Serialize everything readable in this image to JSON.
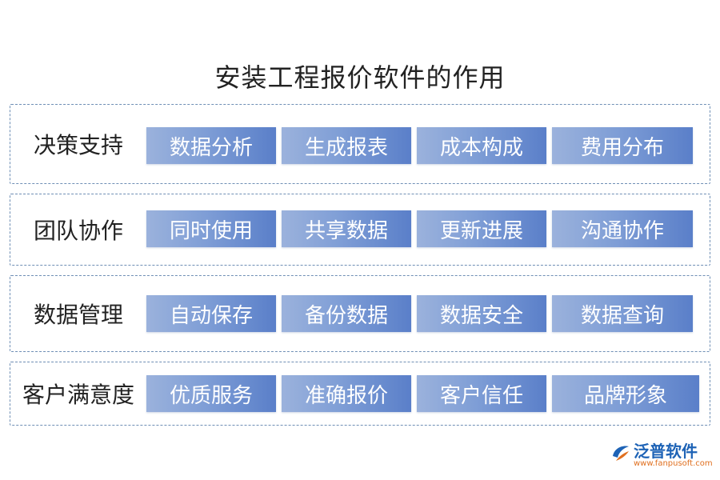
{
  "title": "安装工程报价软件的作用",
  "rows": [
    {
      "label": "决策支持",
      "items": [
        "数据分析",
        "生成报表",
        "成本构成",
        "费用分布"
      ]
    },
    {
      "label": "团队协作",
      "items": [
        "同时使用",
        "共享数据",
        "更新进展",
        "沟通协作"
      ]
    },
    {
      "label": "数据管理",
      "items": [
        "自动保存",
        "备份数据",
        "数据安全",
        "数据查询"
      ]
    },
    {
      "label": "客户满意度",
      "items": [
        "优质服务",
        "准确报价",
        "客户信任",
        "品牌形象"
      ]
    }
  ],
  "logo": {
    "name": "泛普软件",
    "url": "www.fanpusoft.com"
  },
  "colors": {
    "box_start": "#9bb2dc",
    "box_end": "#5a7fc9",
    "border": "#6f8fb5",
    "brand": "#1e63b6"
  }
}
